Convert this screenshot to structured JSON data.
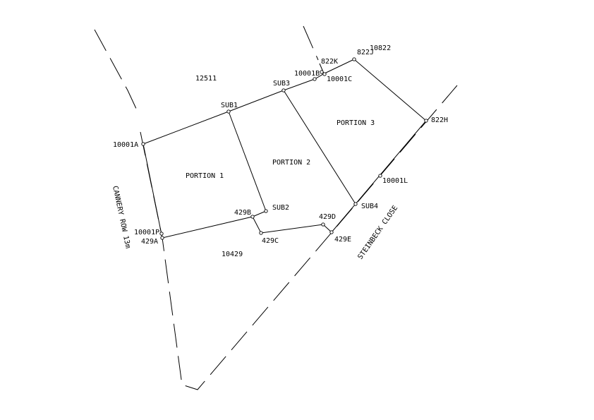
{
  "plan": {
    "lot_numbers": {
      "north": "12511",
      "south": "10429",
      "east": "10822"
    },
    "portions": [
      "PORTION 1",
      "PORTION 2",
      "PORTION 3"
    ],
    "roads": {
      "west": "CANNERY ROW 13m",
      "southeast": "STEINBECK CLOSE"
    },
    "points": {
      "p10001A": "10001A",
      "sub1": "SUB1",
      "sub3": "SUB3",
      "p10001B": "10001B",
      "p822K": "822K",
      "p822J": "822J",
      "p10001C": "10001C",
      "p822H": "822H",
      "p10001L": "10001L",
      "sub4": "SUB4",
      "sub2": "SUB2",
      "p429B": "429B",
      "p429C": "429C",
      "p429D": "429D",
      "p429E": "429E",
      "p10001P": "10001P",
      "p429A": "429A"
    }
  }
}
